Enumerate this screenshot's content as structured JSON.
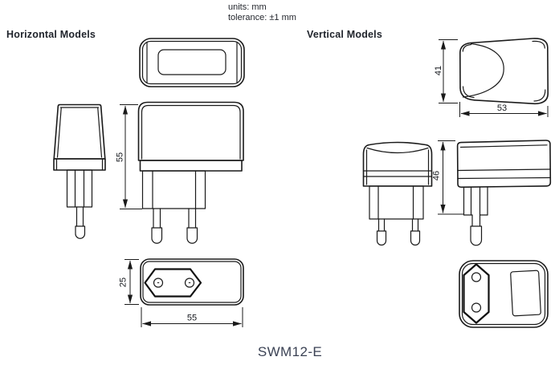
{
  "header": {
    "units": "units: mm",
    "tolerance": "tolerance: ±1 mm"
  },
  "sections": {
    "horizontal_title": "Horizontal Models",
    "vertical_title": "Vertical Models"
  },
  "dims": {
    "h_height": "55",
    "h_thickness": "25",
    "h_width": "55",
    "v_depth": "41",
    "v_width": "53",
    "v_height": "46"
  },
  "footer": {
    "model": "SWM12-E"
  },
  "colors": {
    "line": "#1a1a1a",
    "text": "#20242c",
    "model_text": "#3b4254"
  }
}
